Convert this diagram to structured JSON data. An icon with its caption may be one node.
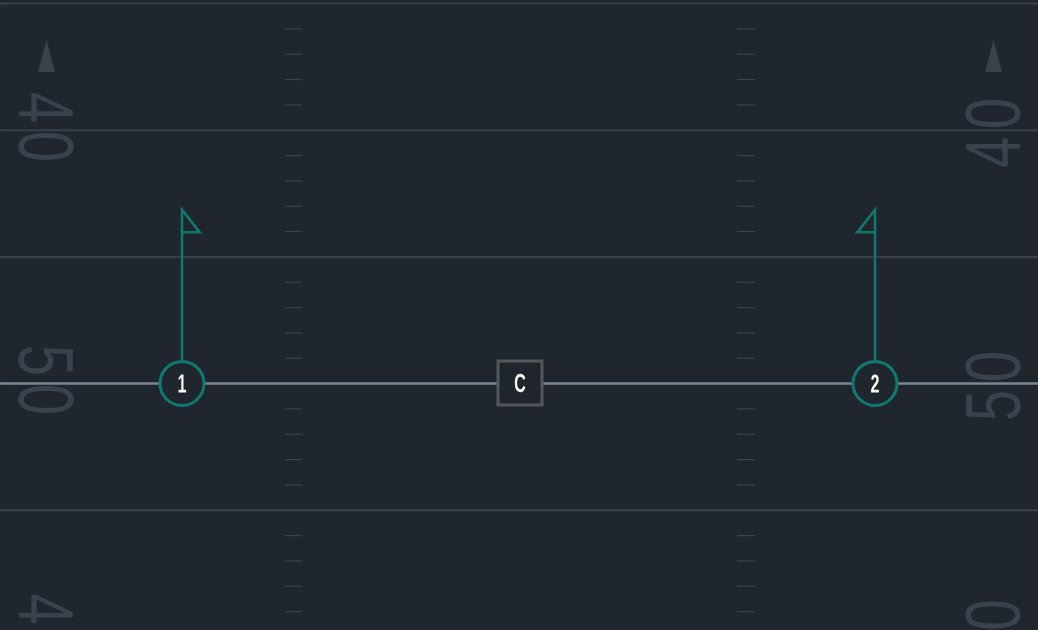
{
  "diagram": {
    "nodes": [
      {
        "text": [
          "1"
        ]
      },
      {
        "text": [
          "C"
        ]
      },
      {
        "text": [
          "2"
        ]
      }
    ],
    "edges": [
      {
        "from": 0,
        "to": null,
        "arrow": "to"
      },
      {
        "from": 2,
        "to": null,
        "arrow": "to"
      }
    ],
    "labels": [
      "40",
      "40",
      "50",
      "50",
      "4",
      "0"
    ]
  }
}
